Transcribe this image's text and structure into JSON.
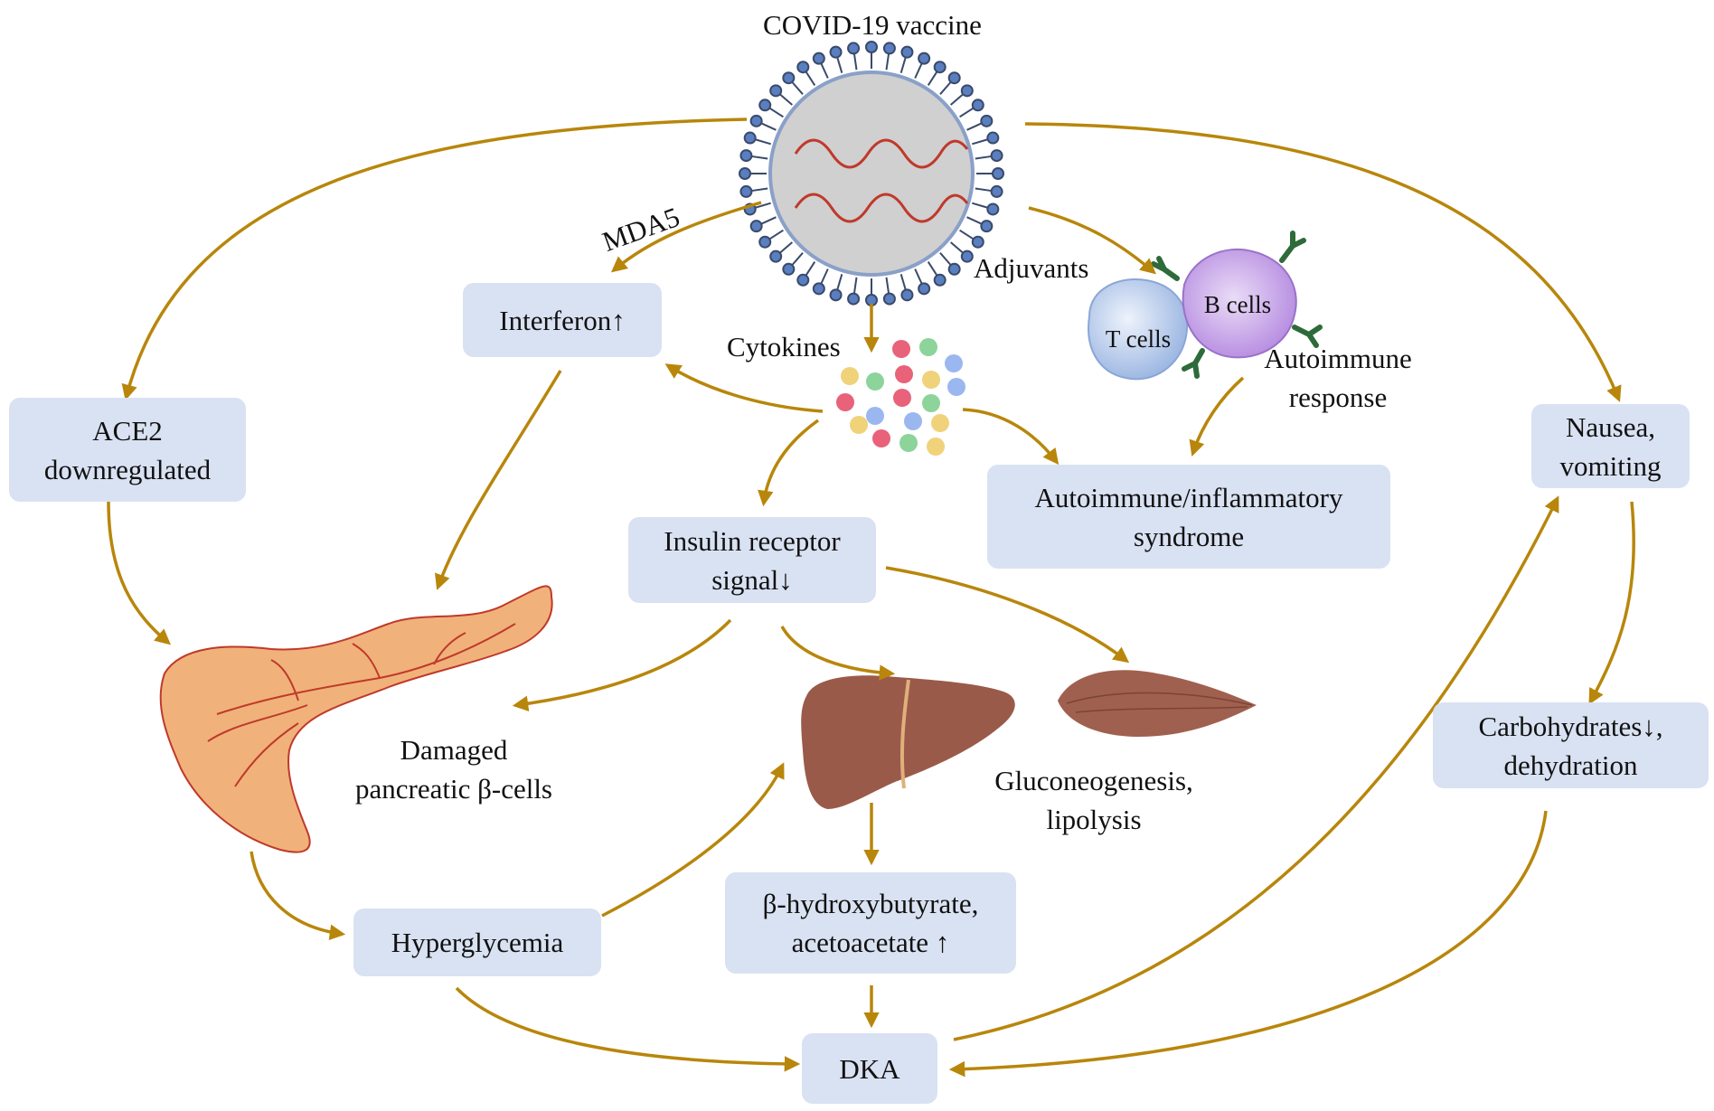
{
  "title": "COVID-19 vaccine",
  "edge_labels": {
    "mda5": "MDA5",
    "adjuvants": "Adjuvants",
    "cytokines": "Cytokines"
  },
  "cells": {
    "t_cells": "T cells",
    "b_cells": "B cells"
  },
  "boxes": {
    "interferon": [
      "Interferon↑"
    ],
    "ace2": [
      "ACE2",
      "downregulated"
    ],
    "insulin_receptor": [
      "Insulin receptor",
      "signal↓"
    ],
    "autoimmune_syndrome": [
      "Autoimmune/inflammatory",
      "syndrome"
    ],
    "nausea": [
      "Nausea,",
      "vomiting"
    ],
    "carbohydrates": [
      "Carbohydrates↓,",
      "dehydration"
    ],
    "hyperglycemia": [
      "Hyperglycemia"
    ],
    "ketones": [
      "β-hydroxybutyrate,",
      "acetoacetate ↑"
    ],
    "dka": [
      "DKA"
    ]
  },
  "labels": {
    "autoimmune_response": [
      "Autoimmune",
      "response"
    ],
    "damaged_beta_cells": [
      "Damaged",
      "pancreatic  β-cells"
    ],
    "gluconeogenesis": [
      "Gluconeogenesis,",
      "lipolysis"
    ]
  },
  "colors": {
    "arrow": "#b8860b",
    "box_fill": "#d9e2f2",
    "pancreas": "#f0b27a",
    "liver": "#9a5a4a",
    "muscle": "#a0604f",
    "b_cell": "#c9a4ea",
    "t_cell": "#bcd0f0"
  }
}
